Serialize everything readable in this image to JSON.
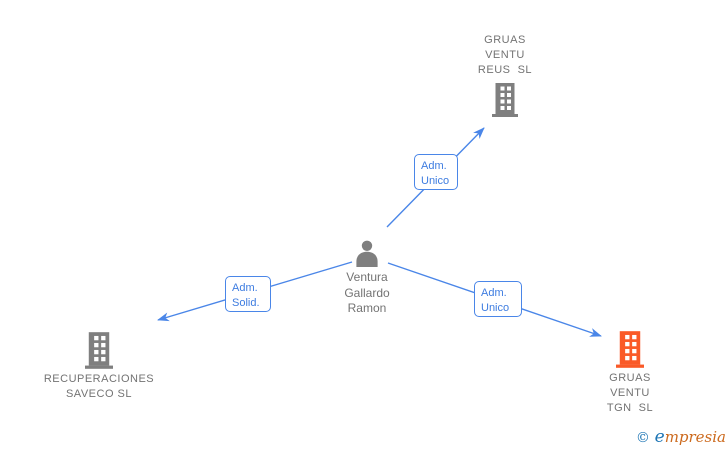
{
  "colors": {
    "accent_blue": "#4a86e8",
    "label_text_blue": "#3d7ce0",
    "node_gray": "#7f7f7f",
    "text_gray": "#737373",
    "highlight_orange": "#fa5a28",
    "watermark_blue": "#1e76b5",
    "watermark_orange": "#cc6a1e",
    "background": "#ffffff"
  },
  "person": {
    "name_lines": [
      "Ventura",
      "Gallardo",
      "Ramon"
    ]
  },
  "companies": {
    "top_right": {
      "name_lines": [
        "GRUAS",
        "VENTU",
        "REUS  SL"
      ]
    },
    "bottom_left": {
      "name_lines": [
        "RECUPERACIONES",
        "SAVECO SL"
      ]
    },
    "bottom_right": {
      "name_lines": [
        "GRUAS",
        "VENTU",
        "TGN  SL"
      ]
    }
  },
  "edges": {
    "to_top_right": {
      "label_lines": [
        "Adm.",
        "Unico"
      ]
    },
    "to_bottom_left": {
      "label_lines": [
        "Adm.",
        "Solid."
      ]
    },
    "to_bottom_right": {
      "label_lines": [
        "Adm.",
        "Unico"
      ]
    }
  },
  "watermark": {
    "copyright": "©",
    "brand_initial": "e",
    "brand_rest": "mpresia"
  }
}
